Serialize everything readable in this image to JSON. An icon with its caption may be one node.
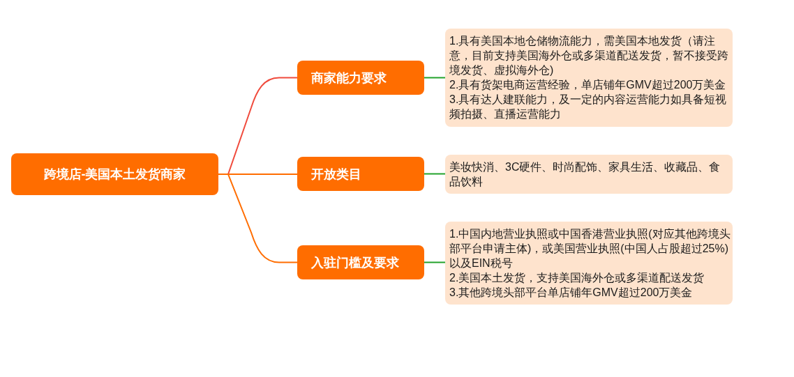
{
  "diagram": {
    "nodes": [
      {
        "text": [
          "跨境店-美国本土发货商家"
        ]
      },
      {
        "text": [
          "商家能力要求"
        ]
      },
      {
        "text": [
          "开放类目"
        ]
      },
      {
        "text": [
          "入驻门槛及要求"
        ]
      },
      {
        "text": [
          "1.具有美国本地仓储物流能力，需美国本地发货（请注意，目前支持美国海外仓或多渠道配送发货，暂不接受跨境发货、虚拟海外仓)",
          "2.具有货架电商运营经验，单店铺年GMV超过200万美金",
          "3.具有达人建联能力，及一定的内容运营能力如具备短视频拍摄、直播运营能力"
        ]
      },
      {
        "text": [
          "美妆快消、3C硬件、时尚配饰、家具生活、收藏品、食品饮料"
        ]
      },
      {
        "text": [
          "1.中国内地营业执照或中国香港营业执照(对应其他跨境头部平台申请主体)，或美国营业执照(中国人占股超过25%)以及EIN税号",
          "2.美国本土发货，支持美国海外仓或多渠道配送发货",
          "3.其他跨境头部平台单店铺年GMV超过200万美金"
        ]
      }
    ],
    "edges": [
      {
        "from": 0,
        "to": 1,
        "arrow": "none",
        "color": "#f04a3c"
      },
      {
        "from": 0,
        "to": 2,
        "arrow": "none",
        "color": "#ff6d00"
      },
      {
        "from": 0,
        "to": 3,
        "arrow": "none",
        "color": "#ff6d00"
      },
      {
        "from": 1,
        "to": 4,
        "arrow": "none"
      },
      {
        "from": 2,
        "to": 5,
        "arrow": "none"
      },
      {
        "from": 3,
        "to": 6,
        "arrow": "none"
      }
    ]
  }
}
